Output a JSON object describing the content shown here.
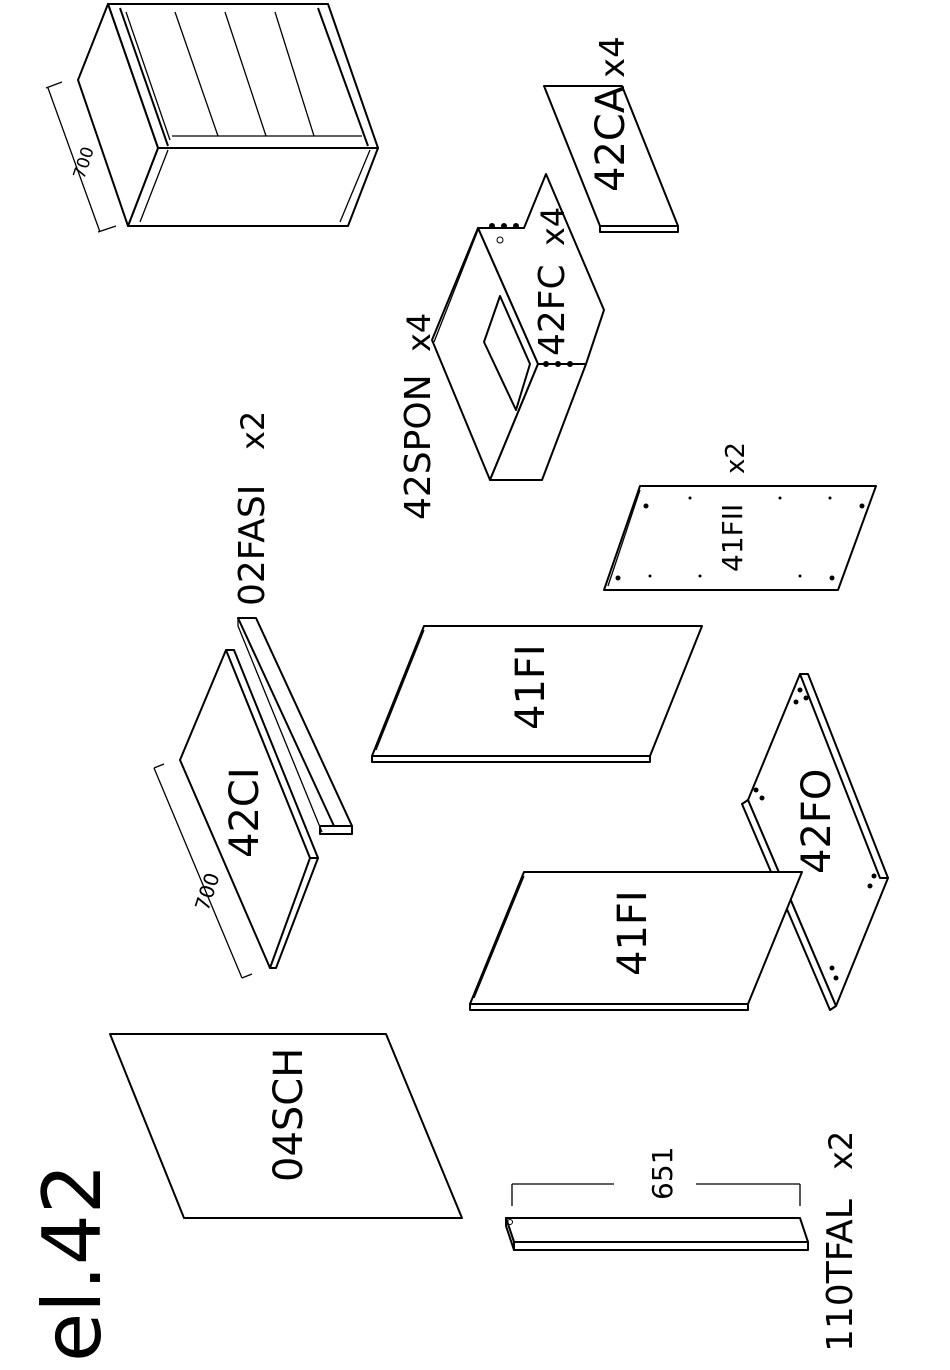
{
  "model": "el.42",
  "parts": {
    "tfal": {
      "code": "110TFAL",
      "qty": "x2",
      "length": "651"
    },
    "sch": {
      "code": "04SCH"
    },
    "fasi": {
      "code": "02FASI",
      "qty": "x2"
    },
    "ci": {
      "code": "42CI",
      "depth": "700"
    },
    "fi_a": {
      "code": "41FI"
    },
    "fi_b": {
      "code": "41FI"
    },
    "fo": {
      "code": "42FO"
    },
    "fii": {
      "code": "41FII",
      "qty": "x2"
    },
    "spon": {
      "code": "42SPON",
      "qty": "x4"
    },
    "fc": {
      "code": "42FC",
      "qty": "x4"
    },
    "ca": {
      "code": "42CA",
      "qty": "x4"
    },
    "cabinet": {
      "depth": "700"
    }
  }
}
